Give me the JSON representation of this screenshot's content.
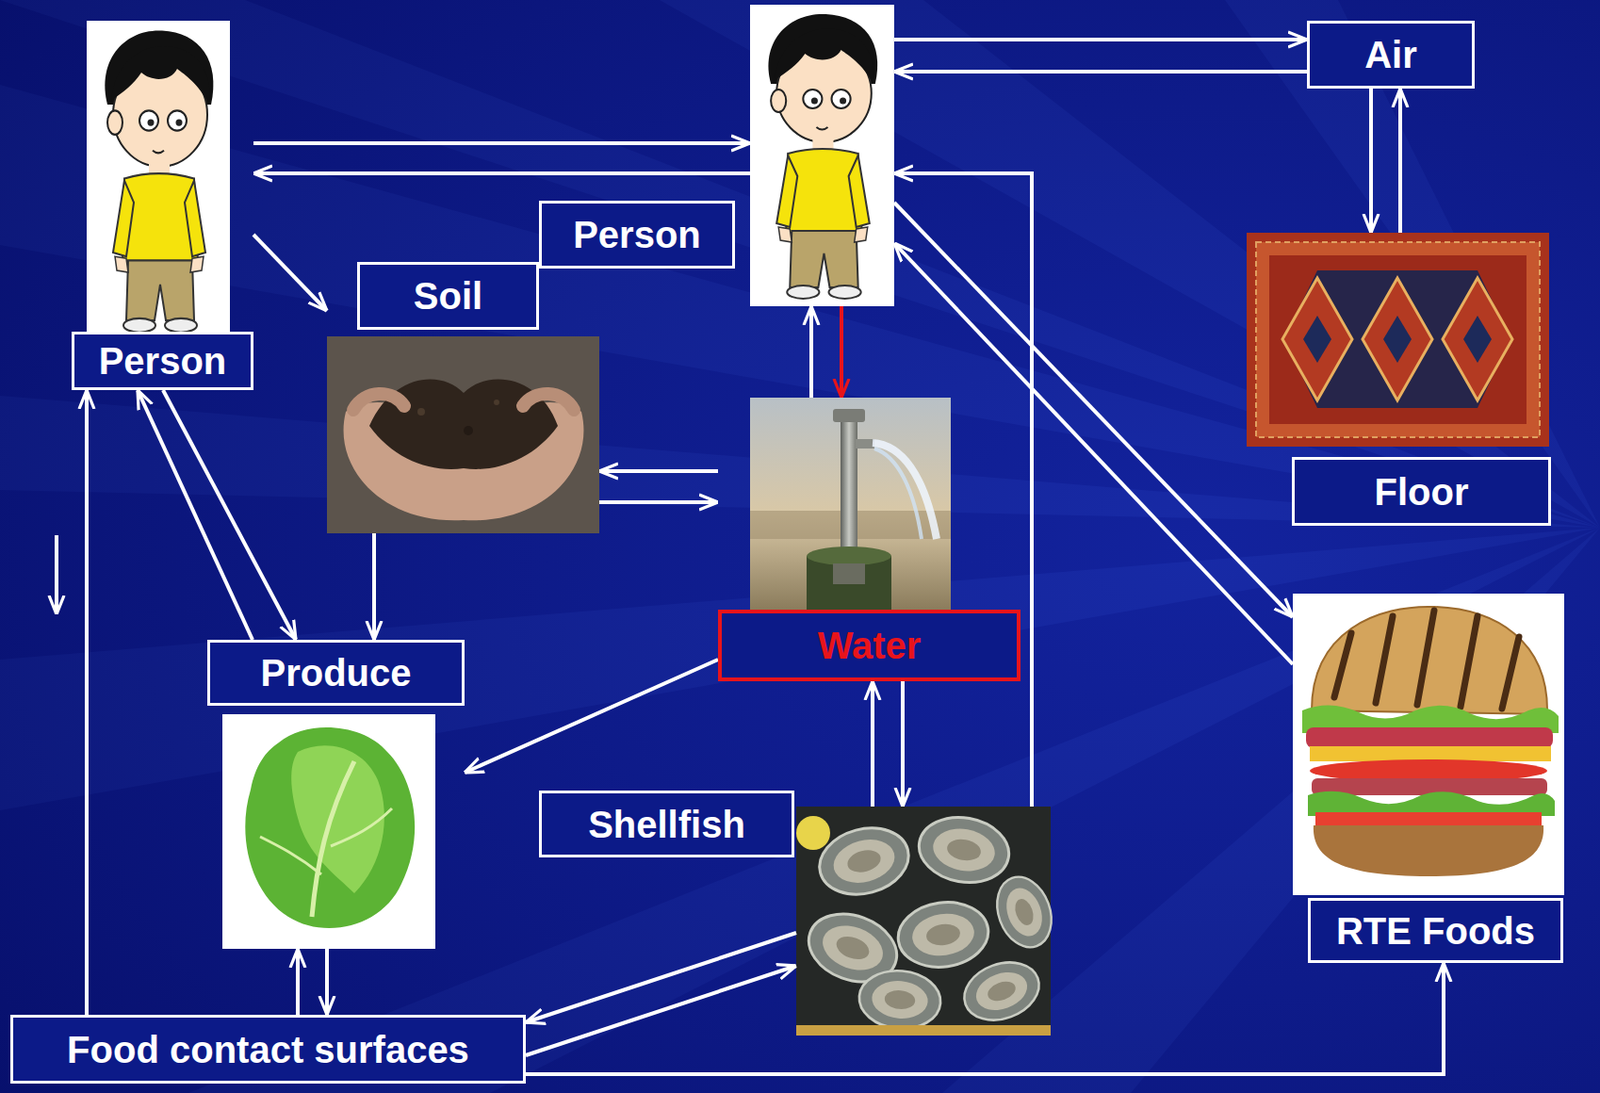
{
  "diagram": {
    "nodes": [
      {
        "text": [
          "Person"
        ]
      },
      {
        "text": [
          "Person"
        ]
      },
      {
        "text": [
          "Air"
        ]
      },
      {
        "text": [
          "Soil"
        ]
      },
      {
        "text": [
          "Floor"
        ]
      },
      {
        "text": [
          "Water"
        ]
      },
      {
        "text": [
          "Produce"
        ]
      },
      {
        "text": [
          "Shellfish"
        ]
      },
      {
        "text": [
          "RTE Foods"
        ]
      },
      {
        "text": [
          "Food contact surfaces"
        ]
      }
    ],
    "edges": [
      {
        "from": 0,
        "to": 1,
        "arrow": "to"
      },
      {
        "from": 1,
        "to": 0,
        "arrow": "to"
      },
      {
        "from": 0,
        "to": 3,
        "arrow": "to"
      },
      {
        "from": 1,
        "to": 2,
        "arrow": "to"
      },
      {
        "from": 2,
        "to": 1,
        "arrow": "to"
      },
      {
        "from": 2,
        "to": 4,
        "arrow": "to"
      },
      {
        "from": 4,
        "to": 2,
        "arrow": "to"
      },
      {
        "from": 0,
        "to": 6,
        "arrow": "to"
      },
      {
        "from": 6,
        "to": 0,
        "arrow": "to"
      },
      {
        "from": 3,
        "to": 6,
        "arrow": "to"
      },
      {
        "from": 5,
        "to": 3,
        "arrow": "to"
      },
      {
        "from": 3,
        "to": 5,
        "arrow": "to"
      },
      {
        "from": 5,
        "to": 1,
        "arrow": "to"
      },
      {
        "from": 1,
        "to": 5,
        "arrow": "to"
      },
      {
        "from": 5,
        "to": 6,
        "arrow": "to"
      },
      {
        "from": 7,
        "to": 5,
        "arrow": "to"
      },
      {
        "from": 5,
        "to": 7,
        "arrow": "to"
      },
      {
        "from": 7,
        "to": 1,
        "arrow": "to"
      },
      {
        "from": 1,
        "to": 8,
        "arrow": "to"
      },
      {
        "from": 8,
        "to": 1,
        "arrow": "to"
      },
      {
        "from": 9,
        "to": 6,
        "arrow": "to"
      },
      {
        "from": 6,
        "to": 9,
        "arrow": "to"
      },
      {
        "from": 7,
        "to": 9,
        "arrow": "to"
      },
      {
        "from": 9,
        "to": 7,
        "arrow": "to"
      },
      {
        "from": 9,
        "to": 0,
        "arrow": "to"
      },
      {
        "from": 9,
        "to": 8,
        "arrow": "to"
      }
    ]
  }
}
